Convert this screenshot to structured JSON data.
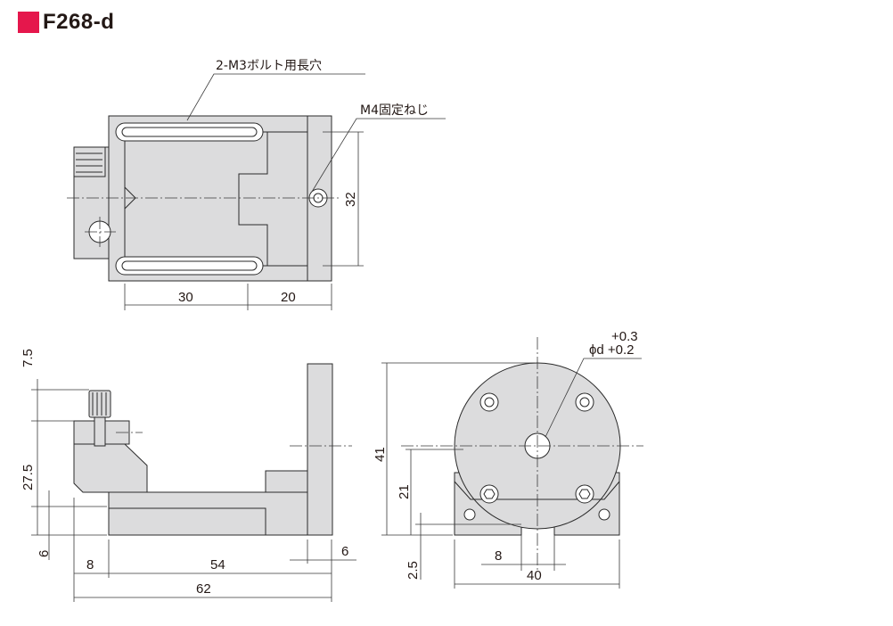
{
  "title": "F268-d",
  "colors": {
    "accent": "#e5174c",
    "part_fill": "#dcdcdd",
    "line": "#2a2a2a"
  },
  "top_view": {
    "callout_slot": "2-M3ボルト用長穴",
    "callout_screw": "M4固定ねじ",
    "dim_height": "32",
    "dim_left": "30",
    "dim_right": "20"
  },
  "side_view": {
    "dim_7_5": "7.5",
    "dim_27_5": "27.5",
    "dim_6_left": "6",
    "dim_6_right": "6",
    "dim_8": "8",
    "dim_54": "54",
    "dim_62": "62"
  },
  "front_view": {
    "tol_plus_upper": "+0.3",
    "tol_main": "ϕd +0.2",
    "dim_41": "41",
    "dim_21": "21",
    "dim_2_5": "2.5",
    "dim_8": "8",
    "dim_40": "40"
  }
}
